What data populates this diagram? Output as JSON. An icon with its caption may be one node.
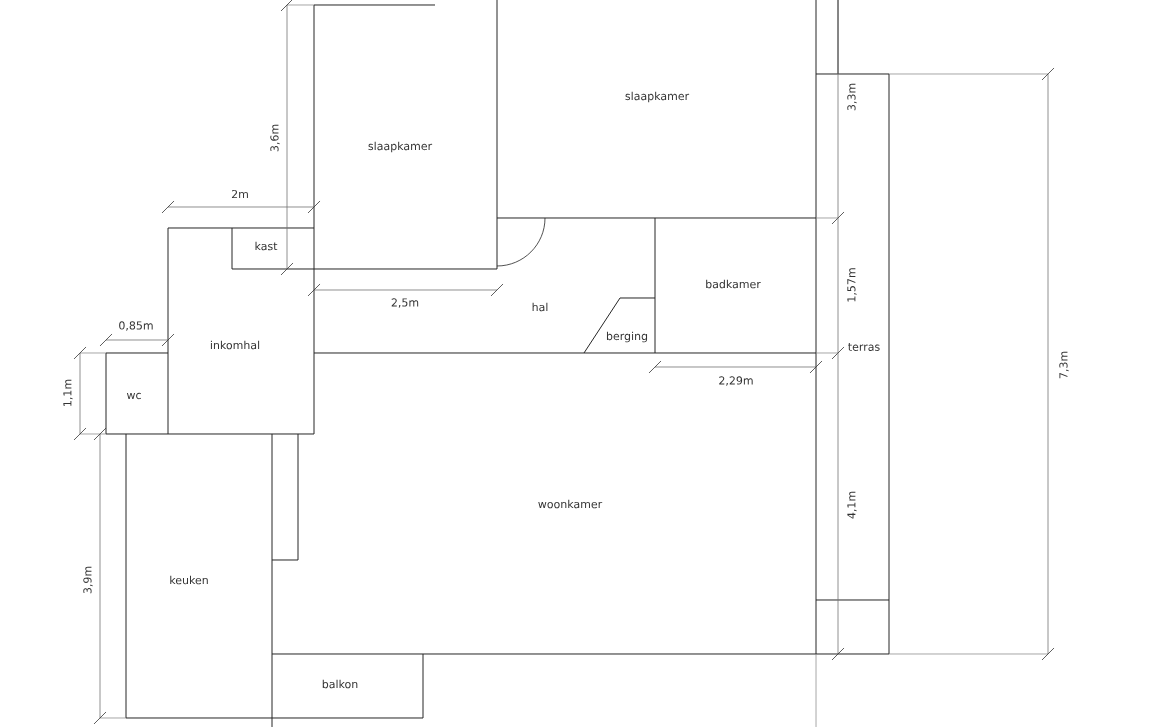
{
  "diagram": {
    "nodes": [
      {
        "text": [
          "slaapkamer"
        ]
      },
      {
        "text": [
          "slaapkamer"
        ]
      },
      {
        "text": [
          "kast"
        ]
      },
      {
        "text": [
          "badkamer"
        ]
      },
      {
        "text": [
          "hal"
        ]
      },
      {
        "text": [
          "berging"
        ]
      },
      {
        "text": [
          "inkomhal"
        ]
      },
      {
        "text": [
          "terras"
        ]
      },
      {
        "text": [
          "wc"
        ]
      },
      {
        "text": [
          "woonkamer"
        ]
      },
      {
        "text": [
          "keuken"
        ]
      },
      {
        "text": [
          "balkon"
        ]
      }
    ],
    "labels": [
      "3,3m",
      "3,6m",
      "2m",
      "1,57m",
      "2,5m",
      "0,85m",
      "7,3m",
      "2,29m",
      "1,1m",
      "4,1m",
      "3,9m"
    ]
  }
}
